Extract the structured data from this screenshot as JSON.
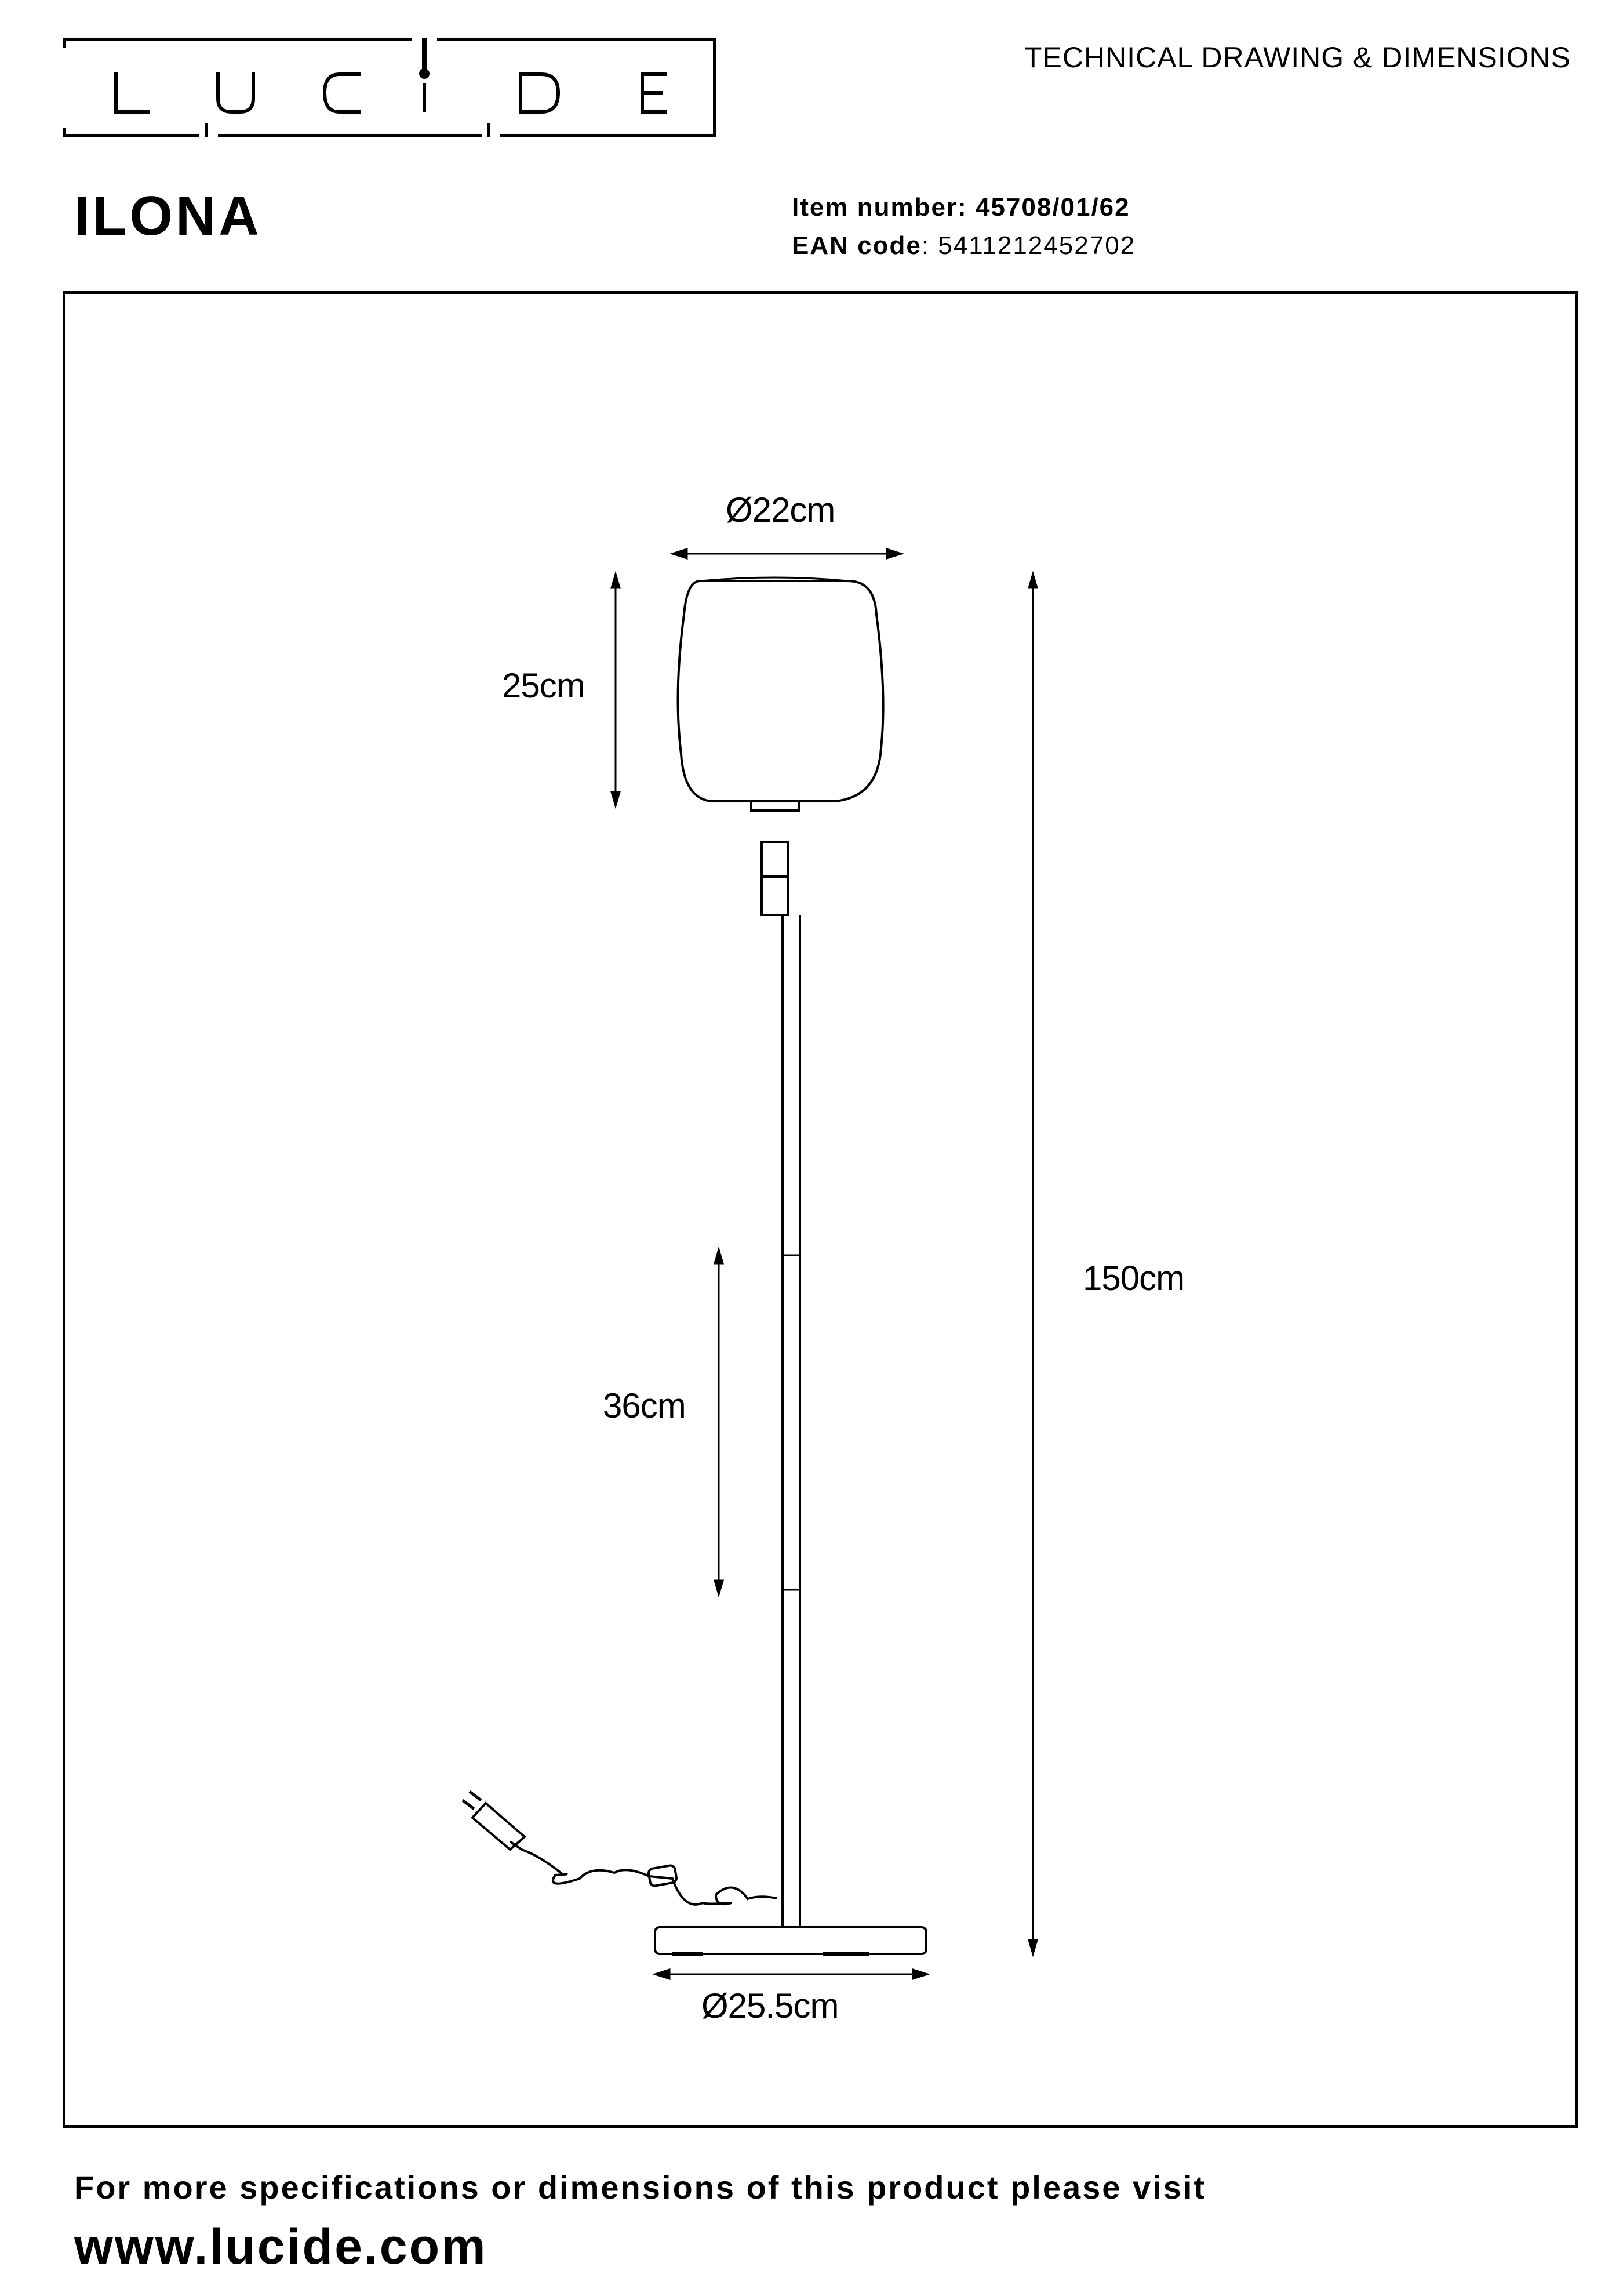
{
  "brand": {
    "logo_text": "LUCIDE"
  },
  "header": {
    "doc_type": "TECHNICAL DRAWING & DIMENSIONS",
    "product_name": "ILONA",
    "item_number_label": "Item number:",
    "item_number_value": "45708/01/62",
    "ean_label": "EAN code",
    "ean_value": ": 5411212452702"
  },
  "drawing": {
    "shade_diameter": "Ø22cm",
    "shade_height": "25cm",
    "total_height": "150cm",
    "segment_length": "36cm",
    "base_diameter": "Ø25.5cm"
  },
  "footer": {
    "line1": "For more specifications or dimensions of this product please visit",
    "url": "www.lucide.com"
  },
  "colors": {
    "ink": "#000000",
    "paper": "#ffffff"
  }
}
